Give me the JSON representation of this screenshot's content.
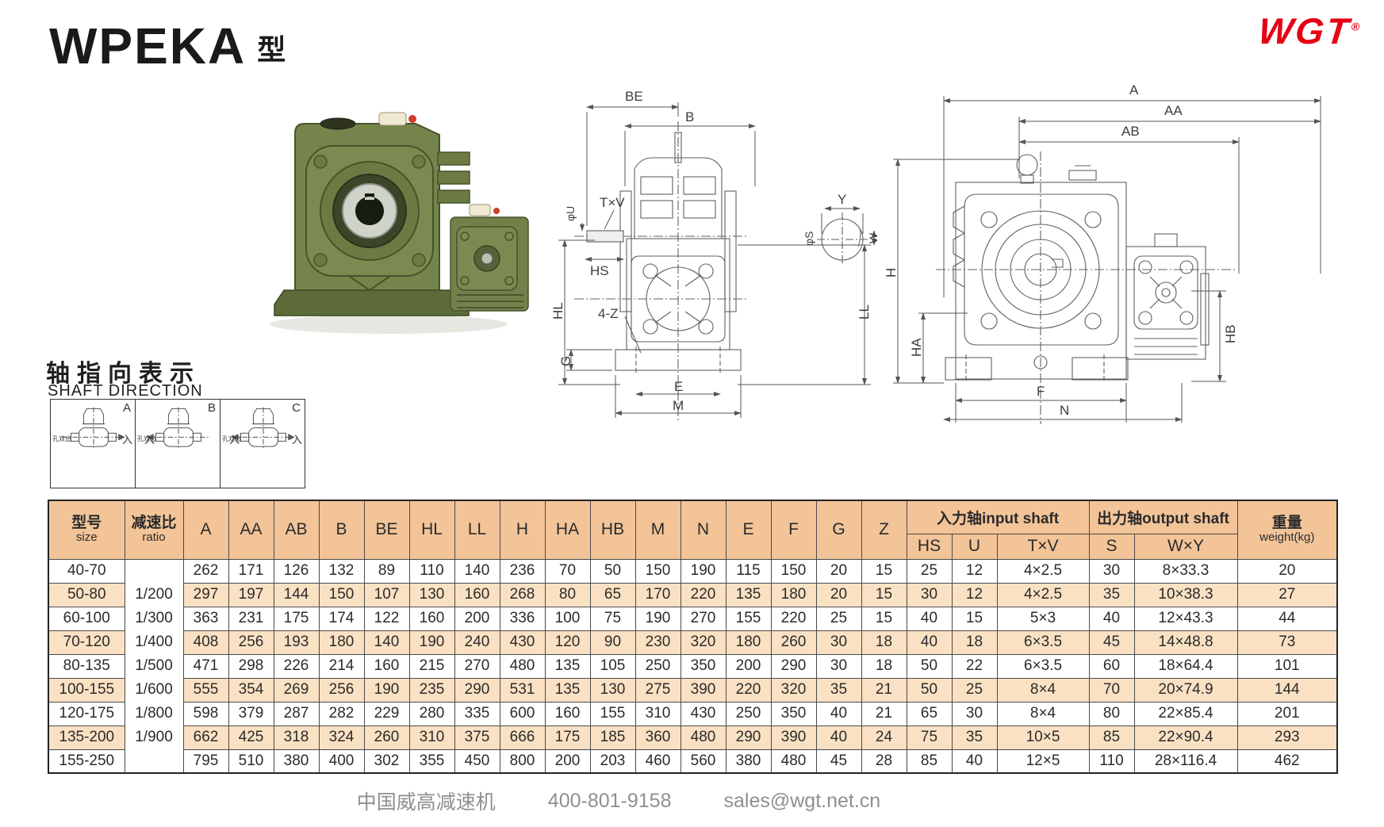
{
  "page": {
    "title": "WPEKA",
    "title_suffix": "型",
    "logo_text": "WGT",
    "logo_registered": "®",
    "logo_color": "#e60014"
  },
  "shaft_direction": {
    "heading_cn": "轴指向表示",
    "heading_en": "SHAFT DIRECTION",
    "cells": [
      {
        "label": "A",
        "note": "孔双出",
        "in_right": "入"
      },
      {
        "label": "B",
        "note": "孔双出",
        "in_left": "入"
      },
      {
        "label": "C",
        "note": "孔双出",
        "in_left": "入",
        "in_right": "入"
      }
    ]
  },
  "drawings": {
    "front": {
      "be": "BE",
      "b": "B",
      "txv": "T×V",
      "phi_u": "φU",
      "hs": "HS",
      "hl": "HL",
      "four_z": "4-Z",
      "g": "G",
      "e": "E",
      "m": "M",
      "ll": "LL"
    },
    "shaft_detail": {
      "y": "Y",
      "w": "W",
      "phi_s": "φS"
    },
    "side": {
      "a": "A",
      "aa": "AA",
      "ab": "AB",
      "h": "H",
      "ha": "HA",
      "hb": "HB",
      "f": "F",
      "n": "N"
    }
  },
  "table": {
    "header": {
      "size_cn": "型号",
      "size_en": "size",
      "ratio_cn": "减速比",
      "ratio_en": "ratio",
      "dims": [
        "A",
        "AA",
        "AB",
        "B",
        "BE",
        "HL",
        "LL",
        "H",
        "HA",
        "HB",
        "M",
        "N",
        "E",
        "F",
        "G",
        "Z"
      ],
      "input_shaft": "入力轴input shaft",
      "input_cols": [
        "HS",
        "U",
        "T×V"
      ],
      "output_shaft": "出力轴output shaft",
      "output_cols": [
        "S",
        "W×Y"
      ],
      "weight_cn": "重量",
      "weight_en": "weight(kg)"
    },
    "rows": [
      {
        "size": "40-70",
        "ratio": "",
        "values": [
          262,
          171,
          126,
          132,
          89,
          110,
          140,
          236,
          70,
          50,
          150,
          190,
          115,
          150,
          20,
          15
        ],
        "hs": 25,
        "u": 12,
        "txv": "4×2.5",
        "s": 30,
        "wxy": "8×33.3",
        "weight": 20
      },
      {
        "size": "50-80",
        "ratio": "1/200",
        "values": [
          297,
          197,
          144,
          150,
          107,
          130,
          160,
          268,
          80,
          65,
          170,
          220,
          135,
          180,
          20,
          15
        ],
        "hs": 30,
        "u": 12,
        "txv": "4×2.5",
        "s": 35,
        "wxy": "10×38.3",
        "weight": 27
      },
      {
        "size": "60-100",
        "ratio": "1/300",
        "values": [
          363,
          231,
          175,
          174,
          122,
          160,
          200,
          336,
          100,
          75,
          190,
          270,
          155,
          220,
          25,
          15
        ],
        "hs": 40,
        "u": 15,
        "txv": "5×3",
        "s": 40,
        "wxy": "12×43.3",
        "weight": 44
      },
      {
        "size": "70-120",
        "ratio": "1/400",
        "values": [
          408,
          256,
          193,
          180,
          140,
          190,
          240,
          430,
          120,
          90,
          230,
          320,
          180,
          260,
          30,
          18
        ],
        "hs": 40,
        "u": 18,
        "txv": "6×3.5",
        "s": 45,
        "wxy": "14×48.8",
        "weight": 73
      },
      {
        "size": "80-135",
        "ratio": "1/500",
        "values": [
          471,
          298,
          226,
          214,
          160,
          215,
          270,
          480,
          135,
          105,
          250,
          350,
          200,
          290,
          30,
          18
        ],
        "hs": 50,
        "u": 22,
        "txv": "6×3.5",
        "s": 60,
        "wxy": "18×64.4",
        "weight": 101
      },
      {
        "size": "100-155",
        "ratio": "1/600",
        "values": [
          555,
          354,
          269,
          256,
          190,
          235,
          290,
          531,
          135,
          130,
          275,
          390,
          220,
          320,
          35,
          21
        ],
        "hs": 50,
        "u": 25,
        "txv": "8×4",
        "s": 70,
        "wxy": "20×74.9",
        "weight": 144
      },
      {
        "size": "120-175",
        "ratio": "1/800",
        "values": [
          598,
          379,
          287,
          282,
          229,
          280,
          335,
          600,
          160,
          155,
          310,
          430,
          250,
          350,
          40,
          21
        ],
        "hs": 65,
        "u": 30,
        "txv": "8×4",
        "s": 80,
        "wxy": "22×85.4",
        "weight": 201
      },
      {
        "size": "135-200",
        "ratio": "1/900",
        "values": [
          662,
          425,
          318,
          324,
          260,
          310,
          375,
          666,
          175,
          185,
          360,
          480,
          290,
          390,
          40,
          24
        ],
        "hs": 75,
        "u": 35,
        "txv": "10×5",
        "s": 85,
        "wxy": "22×90.4",
        "weight": 293
      },
      {
        "size": "155-250",
        "ratio": "",
        "values": [
          795,
          510,
          380,
          400,
          302,
          355,
          450,
          800,
          200,
          203,
          460,
          560,
          380,
          480,
          45,
          28
        ],
        "hs": 85,
        "u": 40,
        "txv": "12×5",
        "s": 110,
        "wxy": "28×116.4",
        "weight": 462
      }
    ]
  },
  "footer": {
    "company": "中国威高减速机",
    "phone": "400-801-9158",
    "email": "sales@wgt.net.cn"
  }
}
